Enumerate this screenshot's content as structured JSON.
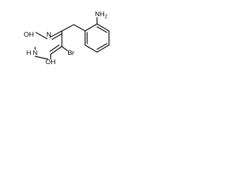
{
  "molecule": {
    "atoms": {
      "nh2": "NH",
      "nh2_sub": "2",
      "n_top": "N",
      "n_ring": "N",
      "nh_h": "H",
      "oh_top": "OH",
      "oh_bottom": "OH",
      "br": "Br"
    },
    "colors": {
      "ink": "#000000",
      "background": "#ffffff"
    }
  }
}
